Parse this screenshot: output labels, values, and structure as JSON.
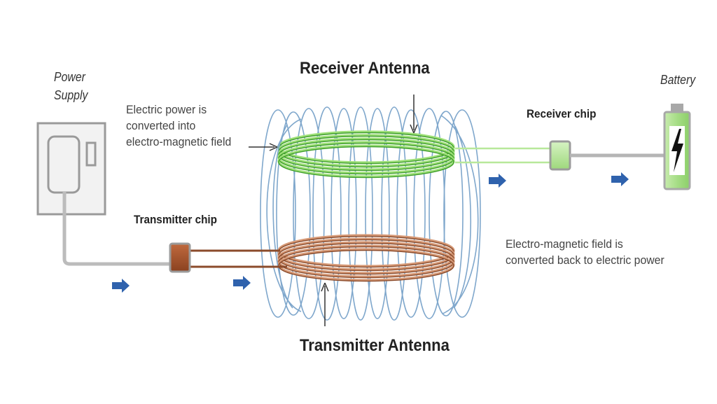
{
  "labels": {
    "power_supply": [
      "Power",
      "Supply"
    ],
    "battery": "Battery",
    "receiver_antenna": "Receiver Antenna",
    "transmitter_antenna": "Transmitter Antenna",
    "receiver_chip": "Receiver chip",
    "transmitter_chip": "Transmitter chip",
    "note_top": [
      "Electric power is",
      "converted into",
      "electro-magnetic field"
    ],
    "note_bottom": [
      "Electro-magnetic field is",
      "converted back to electric power"
    ]
  },
  "colors": {
    "field_lines": "#7fa7cc",
    "receiver_coil": "#3f9e2a",
    "receiver_coil_light": "#9fe07a",
    "transmitter_coil": "#8b4b2b",
    "transmitter_coil_light": "#d69a78",
    "flow_arrow": "#2f62ad",
    "wire": "#b5b5b5",
    "battery_fill": "#a6dd86"
  },
  "icons": [
    "power-outlet-icon",
    "battery-icon",
    "lightning-bolt-icon",
    "flow-arrow-icon"
  ]
}
